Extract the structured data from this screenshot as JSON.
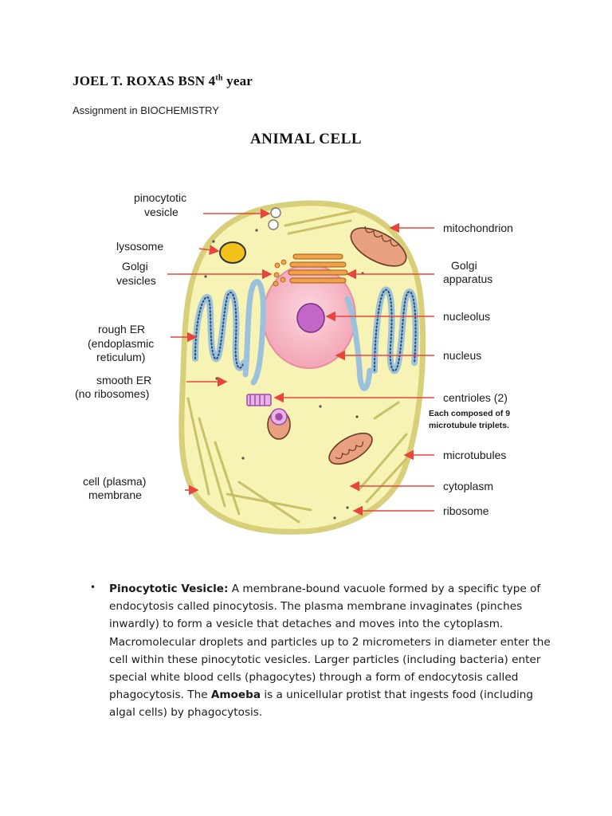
{
  "header": {
    "author": "JOEL T. ROXAS BSN 4",
    "author_sup": "th",
    "author_suffix": " year",
    "assignment": "Assignment in BIOCHEMISTRY",
    "title": "ANIMAL CELL"
  },
  "diagram": {
    "labels": {
      "pinocytotic_1": "pinocytotic",
      "pinocytotic_2": "vesicle",
      "lysosome": "lysosome",
      "golgi_vesicles_1": "Golgi",
      "golgi_vesicles_2": "vesicles",
      "rough_er_1": "rough ER",
      "rough_er_2": "(endoplasmic",
      "rough_er_3": "reticulum)",
      "smooth_er_1": "smooth ER",
      "smooth_er_2": "(no ribosomes)",
      "cell_membrane_1": "cell (plasma)",
      "cell_membrane_2": "membrane",
      "mitochondrion": "mitochondrion",
      "golgi_apparatus_1": "Golgi",
      "golgi_apparatus_2": "apparatus",
      "nucleolus": "nucleolus",
      "nucleus": "nucleus",
      "centrioles": "centrioles (2)",
      "centrioles_note_1": "Each composed of 9",
      "centrioles_note_2": "microtubule triplets.",
      "microtubules": "microtubules",
      "cytoplasm": "cytoplasm",
      "ribosome": "ribosome"
    },
    "colors": {
      "cytoplasm": "#f7f3b4",
      "membrane": "#e9e29a",
      "nucleus": "#f7b8c4",
      "nucleolus": "#c266c8",
      "arrow": "#e8453c",
      "er": "#9cc1dd",
      "golgi": "#f0a24a",
      "mitochondrion": "#e8a07f",
      "lysosome": "#f2c11a"
    }
  },
  "body": {
    "term1": "Pinocytotic Vesicle:",
    "text1": " A membrane-bound vacuole formed by a specific type of endocytosis called pinocytosis. The plasma membrane invaginates (pinches inwardly) to form a vesicle that detaches and moves into the cytoplasm. Macromolecular droplets and particles up to 2 micrometers in diameter enter the cell within these pinocytotic vesicles. Larger particles (including bacteria) enter special white blood cells (phagocytes) through a form of endocytosis called phagocytosis. The ",
    "term2": "Amoeba",
    "text2": " is a unicellular protist that ingests food (including algal cells) by phagocytosis."
  }
}
